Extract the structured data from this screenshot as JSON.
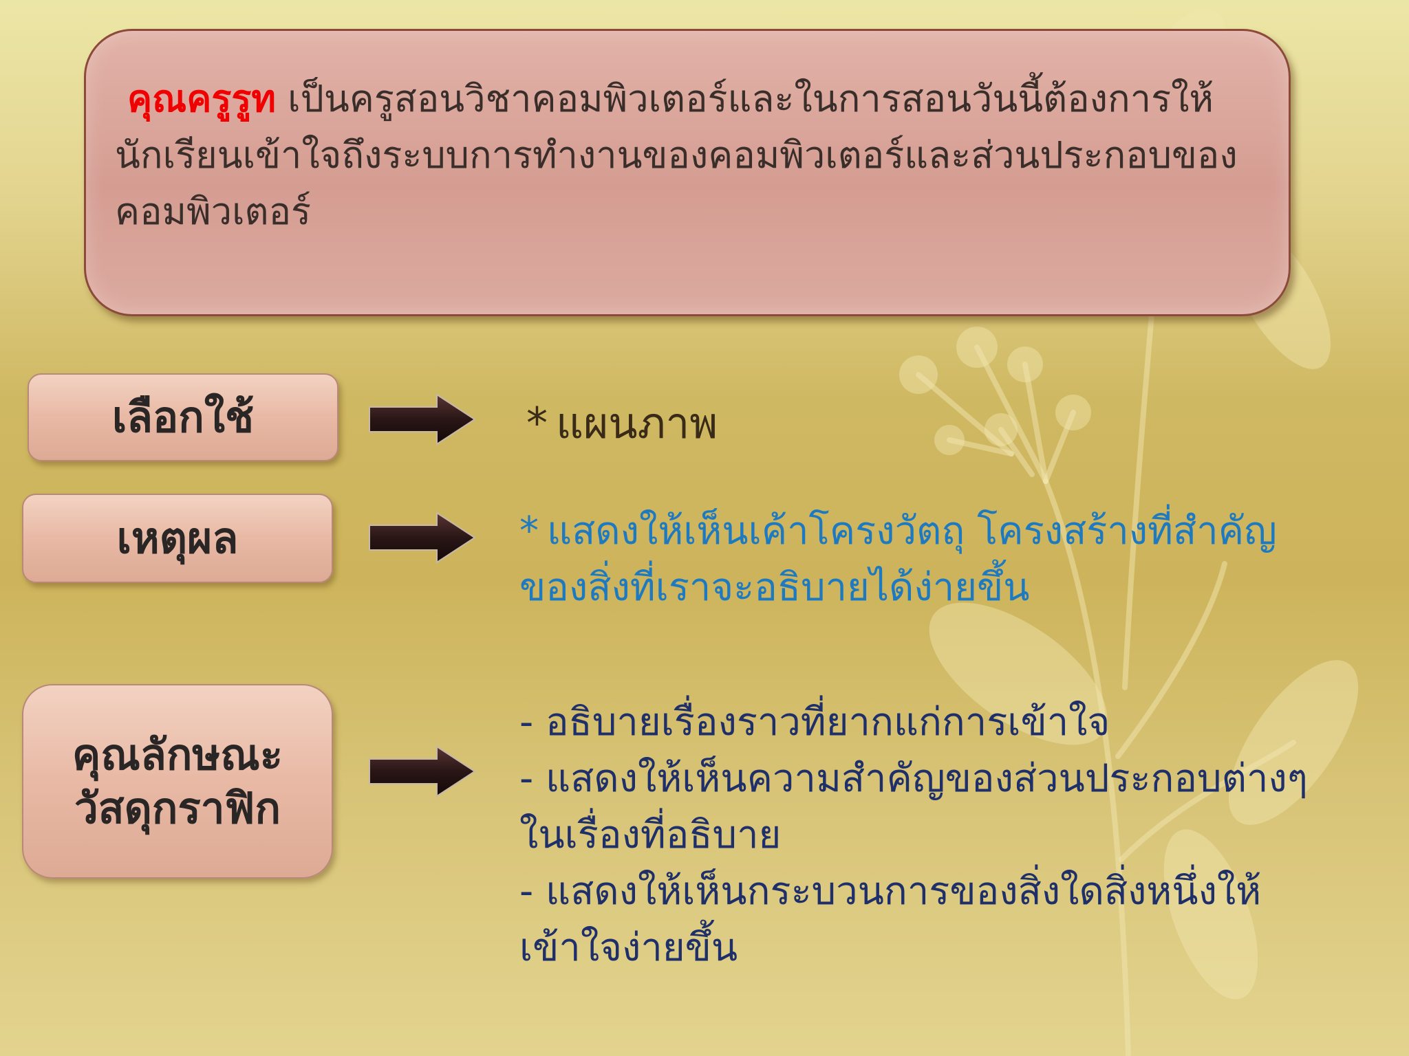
{
  "scenario": {
    "name": "คุณครูรูท",
    "text": " เป็นครูสอนวิชาคอมพิวเตอร์และในการสอนวันนี้ต้องการให้นักเรียนเข้าใจถึงระบบการทำงานของคอมพิวเตอร์และส่วนประกอบของคอมพิวเตอร์"
  },
  "rows": {
    "choose": {
      "label": "เลือกใช้",
      "star": "*",
      "value": "แผนภาพ"
    },
    "reason": {
      "label": "เหตุผล",
      "star": "*",
      "value": "แสดงให้เห็นเค้าโครงวัตถุ โครงสร้างที่สำคัญของสิ่งที่เราจะอธิบายได้ง่ายขึ้น"
    },
    "properties": {
      "label_line1": "คุณลักษณะ",
      "label_line2": "วัสดุกราฟิก",
      "items": [
        "- อธิบายเรื่องราวที่ยากแก่การเข้าใจ",
        "- แสดงให้เห็นความสำคัญของส่วนประกอบต่างๆในเรื่องที่อธิบาย",
        "- แสดงให้เห็นกระบวนการของสิ่งใดสิ่งหนึ่งให้เข้าใจง่ายขึ้น"
      ]
    }
  },
  "colors": {
    "highlight_name": "#f00000",
    "reason_text": "#1e7ac0",
    "properties_text": "#1f2f6a",
    "box_fill": "#d59d92",
    "arrow_fill": "#2a1616"
  }
}
